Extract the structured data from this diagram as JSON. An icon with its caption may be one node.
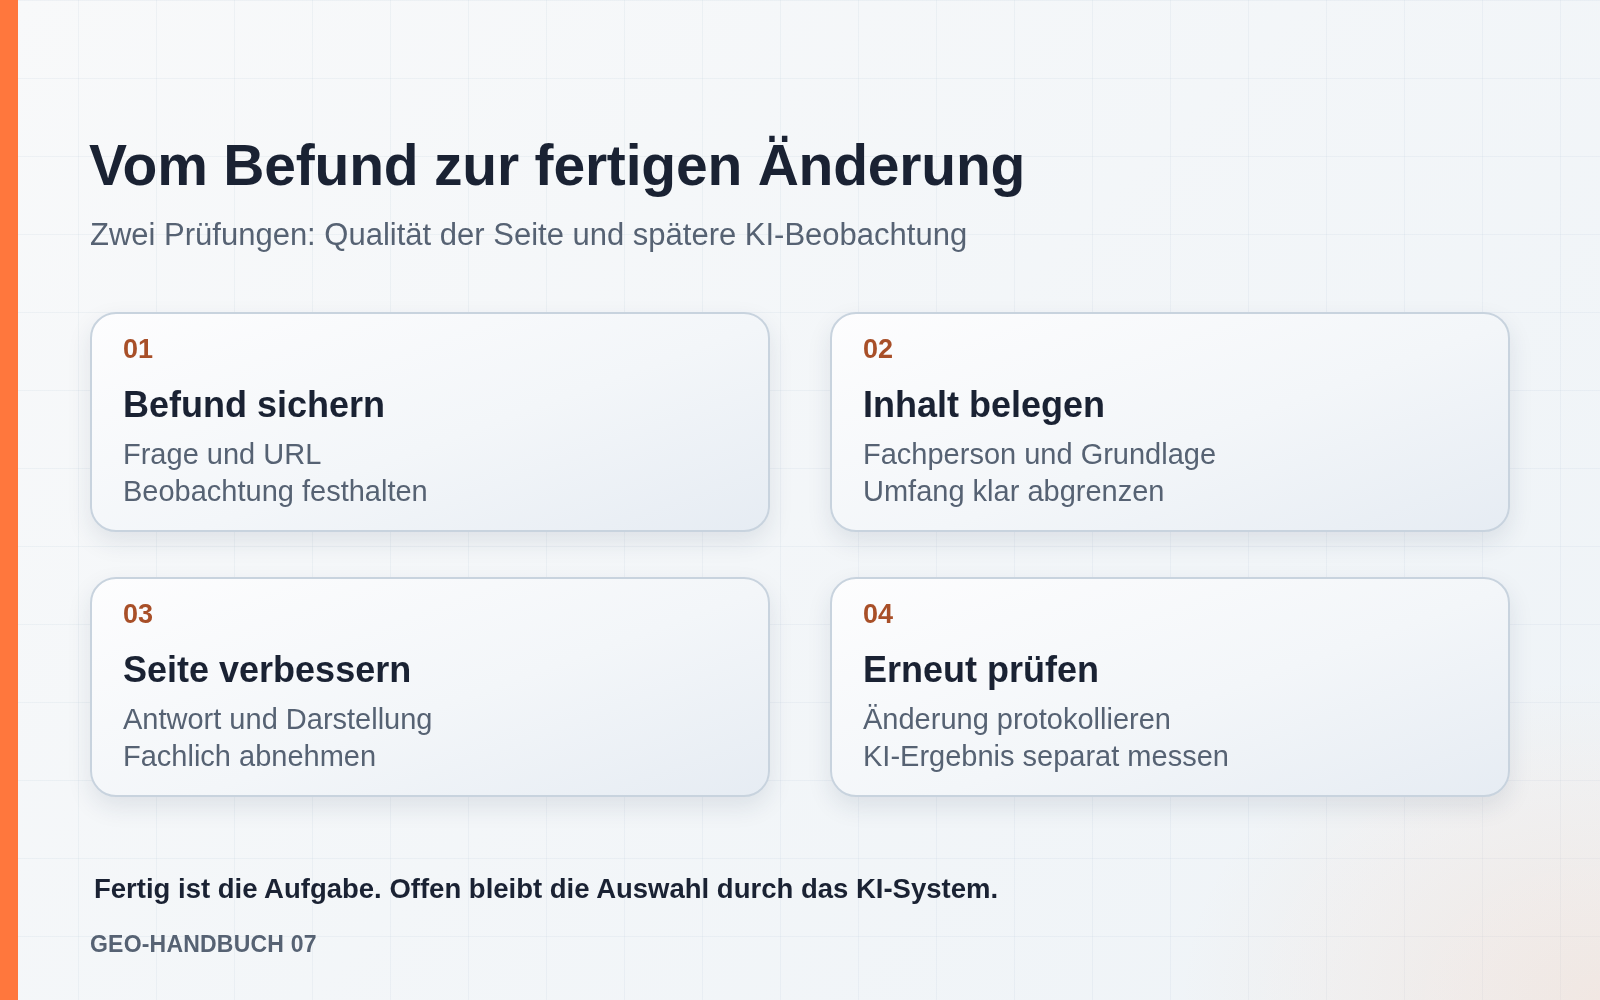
{
  "diagram": {
    "title": "Vom Befund zur fertigen Änderung",
    "nodes": [
      {
        "text": [
          "01",
          "Befund sichern",
          "Frage und URL",
          "Beobachtung festhalten"
        ]
      },
      {
        "text": [
          "02",
          "Inhalt belegen",
          "Fachperson und Grundlage",
          "Umfang klar abgrenzen"
        ]
      },
      {
        "text": [
          "03",
          "Seite verbessern",
          "Antwort und Darstellung",
          "Fachlich abnehmen"
        ]
      },
      {
        "text": [
          "04",
          "Erneut prüfen",
          "Änderung protokollieren",
          "KI-Ergebnis separat messen"
        ]
      }
    ],
    "labels": [
      "Zwei Prüfungen: Qualität der Seite und spätere KI-Beobachtung",
      "Fertig ist die Aufgabe. Offen bleibt die Auswahl durch das KI-System.",
      "GEO-HANDBUCH 07"
    ]
  }
}
